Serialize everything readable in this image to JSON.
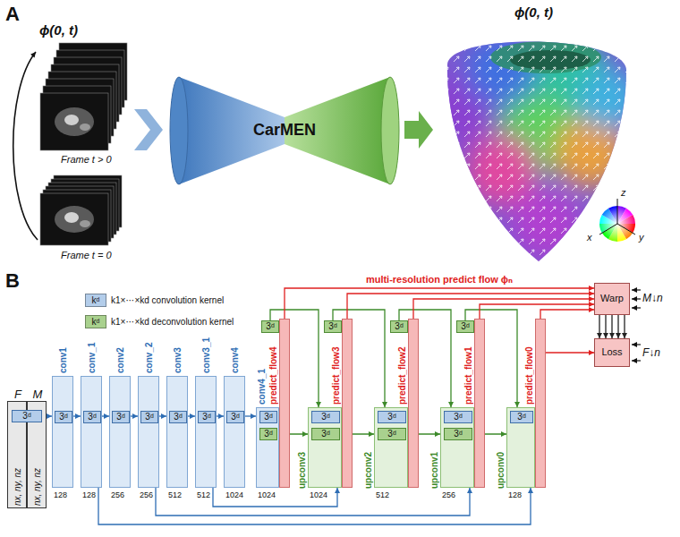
{
  "diagram": {
    "nodes": [
      {
        "text": [
          "CarMEN"
        ]
      },
      {
        "text": [
          "F",
          "nx, ny, nz"
        ]
      },
      {
        "text": [
          "M",
          "nx, ny, nz"
        ]
      },
      {
        "text": [
          "3ᵈ"
        ]
      },
      {
        "text": [
          "conv1",
          "128"
        ]
      },
      {
        "text": [
          "3ᵈ"
        ],
        "in": 4
      },
      {
        "text": [
          "conv_1",
          "128"
        ]
      },
      {
        "text": [
          "3ᵈ"
        ],
        "in": 6
      },
      {
        "text": [
          "conv2",
          "256"
        ]
      },
      {
        "text": [
          "3ᵈ"
        ],
        "in": 8
      },
      {
        "text": [
          "conv_2",
          "256"
        ]
      },
      {
        "text": [
          "3ᵈ"
        ],
        "in": 10
      },
      {
        "text": [
          "conv3",
          "512"
        ]
      },
      {
        "text": [
          "3ᵈ"
        ],
        "in": 12
      },
      {
        "text": [
          "conv3_1",
          "512"
        ]
      },
      {
        "text": [
          "3ᵈ"
        ],
        "in": 14
      },
      {
        "text": [
          "conv4",
          "1024"
        ]
      },
      {
        "text": [
          "3ᵈ"
        ],
        "in": 16
      },
      {
        "text": [
          "conv4_1",
          "1024"
        ]
      },
      {
        "text": [
          "3ᵈ"
        ],
        "in": 18
      },
      {
        "text": [
          "3ᵈ"
        ],
        "in": 18
      },
      {
        "text": [
          "predict_flow4"
        ]
      },
      {
        "text": [
          "3ᵈ"
        ]
      },
      {
        "text": [
          "upconv3",
          "1024"
        ]
      },
      {
        "text": [
          "3ᵈ"
        ],
        "in": 23
      },
      {
        "text": [
          "3ᵈ"
        ],
        "in": 23
      },
      {
        "text": [
          "predict_flow3"
        ]
      },
      {
        "text": [
          "3ᵈ"
        ]
      },
      {
        "text": [
          "upconv2",
          "512"
        ]
      },
      {
        "text": [
          "3ᵈ"
        ],
        "in": 28
      },
      {
        "text": [
          "3ᵈ"
        ],
        "in": 28
      },
      {
        "text": [
          "predict_flow2"
        ]
      },
      {
        "text": [
          "3ᵈ"
        ]
      },
      {
        "text": [
          "upconv1",
          "256"
        ]
      },
      {
        "text": [
          "3ᵈ"
        ],
        "in": 33
      },
      {
        "text": [
          "3ᵈ"
        ],
        "in": 33
      },
      {
        "text": [
          "predict_flow1"
        ]
      },
      {
        "text": [
          "3ᵈ"
        ]
      },
      {
        "text": [
          "upconv0",
          "128"
        ]
      },
      {
        "text": [
          "3ᵈ"
        ],
        "in": 38
      },
      {
        "text": [
          "predict_flow0"
        ]
      },
      {
        "text": [
          "Warp"
        ]
      },
      {
        "text": [
          "Loss"
        ]
      }
    ],
    "edges": [
      {
        "from": 3,
        "to": 4,
        "arrow": "to"
      },
      {
        "from": 4,
        "to": 6,
        "arrow": "to"
      },
      {
        "from": 6,
        "to": 8,
        "arrow": "to"
      },
      {
        "from": 8,
        "to": 10,
        "arrow": "to"
      },
      {
        "from": 10,
        "to": 12,
        "arrow": "to"
      },
      {
        "from": 12,
        "to": 14,
        "arrow": "to"
      },
      {
        "from": 14,
        "to": 16,
        "arrow": "to"
      },
      {
        "from": 16,
        "to": 18,
        "arrow": "to"
      },
      {
        "from": 20,
        "to": 23,
        "arrow": "to"
      },
      {
        "from": 25,
        "to": 28,
        "arrow": "to"
      },
      {
        "from": 30,
        "to": 33,
        "arrow": "to"
      },
      {
        "from": 35,
        "to": 38,
        "arrow": "to"
      },
      {
        "from": 22,
        "to": 23,
        "arrow": "to"
      },
      {
        "from": 27,
        "to": 28,
        "arrow": "to"
      },
      {
        "from": 32,
        "to": 33,
        "arrow": "to"
      },
      {
        "from": 37,
        "to": 38,
        "arrow": "to"
      },
      {
        "from": 14,
        "to": 23,
        "arrow": "to"
      },
      {
        "from": 10,
        "to": 33,
        "arrow": "to"
      },
      {
        "from": 6,
        "to": 38,
        "arrow": "to"
      },
      {
        "from": 21,
        "to": 41,
        "label": "multi-resolution predict flow ϕₙ",
        "arrow": "to"
      },
      {
        "from": 26,
        "to": 41,
        "arrow": "to"
      },
      {
        "from": 31,
        "to": 41,
        "arrow": "to"
      },
      {
        "from": 36,
        "to": 41,
        "arrow": "to"
      },
      {
        "from": 40,
        "to": 41,
        "arrow": "to"
      },
      {
        "from": 41,
        "to": 42,
        "arrow": "to"
      },
      {
        "from": 41,
        "to": 42,
        "arrow": "to"
      },
      {
        "from": 41,
        "to": 42,
        "arrow": "to"
      },
      {
        "from": 41,
        "to": 42,
        "arrow": "to"
      },
      {
        "from": 41,
        "to": 42,
        "arrow": "to"
      },
      {
        "from": 40,
        "to": 42,
        "arrow": "to"
      }
    ],
    "labels": [
      "A",
      "ϕ(0, t)",
      "Frame t > 0",
      "Frame t = 0",
      "ϕ(0, t)",
      "z",
      "x",
      "y",
      "B",
      "kᵈ",
      "kᵈ",
      "M↓n",
      "F↓n"
    ],
    "legend": [
      {
        "text": "k1×⋯×kd convolution kernel",
        "color": "#b3cdea"
      },
      {
        "text": "k1×⋯×kd deconvolution kernel",
        "color": "#a9d18e"
      }
    ]
  }
}
